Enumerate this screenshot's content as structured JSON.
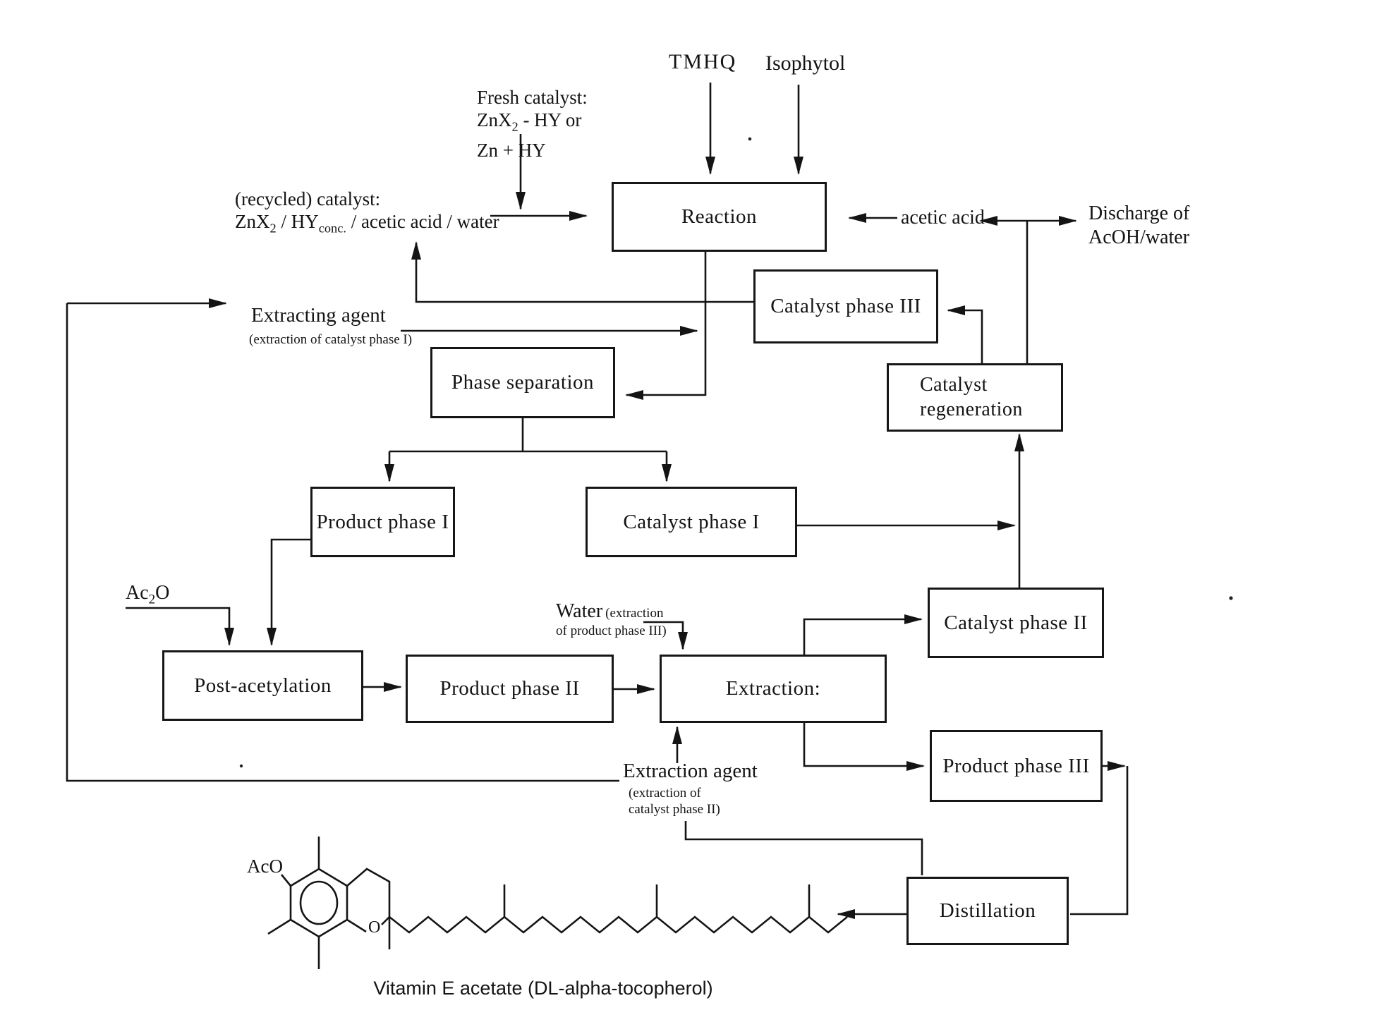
{
  "figure": {
    "background": "#ffffff",
    "ink": "#141414",
    "caption": "Vitamin E acetate (DL-alpha-tocopherol)"
  },
  "nodes": {
    "reaction": "Reaction",
    "catalyst_phase_3": "Catalyst phase III",
    "catalyst_regen_1": "Catalyst",
    "catalyst_regen_2": "regeneration",
    "phase_separation": "Phase separation",
    "product_phase_1": "Product phase I",
    "catalyst_phase_1": "Catalyst phase I",
    "catalyst_phase_2": "Catalyst phase II",
    "post_acetylation": "Post-acetylation",
    "product_phase_2": "Product phase II",
    "extraction": "Extraction:",
    "product_phase_3": "Product phase III",
    "distillation": "Distillation"
  },
  "labels": {
    "tmhq": "TMHQ",
    "isophytol": "Isophytol",
    "fresh_line1": "Fresh catalyst:",
    "fresh_line2_a": "ZnX",
    "fresh_line2_sub": "2",
    "fresh_line2_b": " - HY or",
    "fresh_line3": "Zn + HY",
    "recycled_line1": "(recycled) catalyst:",
    "recycled_a": "ZnX",
    "recycled_sub1": "2",
    "recycled_b": " / HY",
    "recycled_sub2": "conc.",
    "recycled_c": " / acetic acid / water",
    "acetic_acid": "acetic acid",
    "discharge_line1": "Discharge of",
    "discharge_line2": "AcOH/water",
    "extracting_agent": "Extracting agent",
    "extracting_agent_note": "(extraction of catalyst phase I)",
    "water": "Water",
    "water_note1": "(extraction",
    "water_note2": "of product phase III)",
    "ac2o_a": "Ac",
    "ac2o_sub": "2",
    "ac2o_b": "O",
    "extraction_agent": "Extraction agent",
    "extraction_agent_note1": "(extraction of",
    "extraction_agent_note2": "catalyst phase II)",
    "aco": "AcO",
    "ring_oxygen": "O"
  }
}
